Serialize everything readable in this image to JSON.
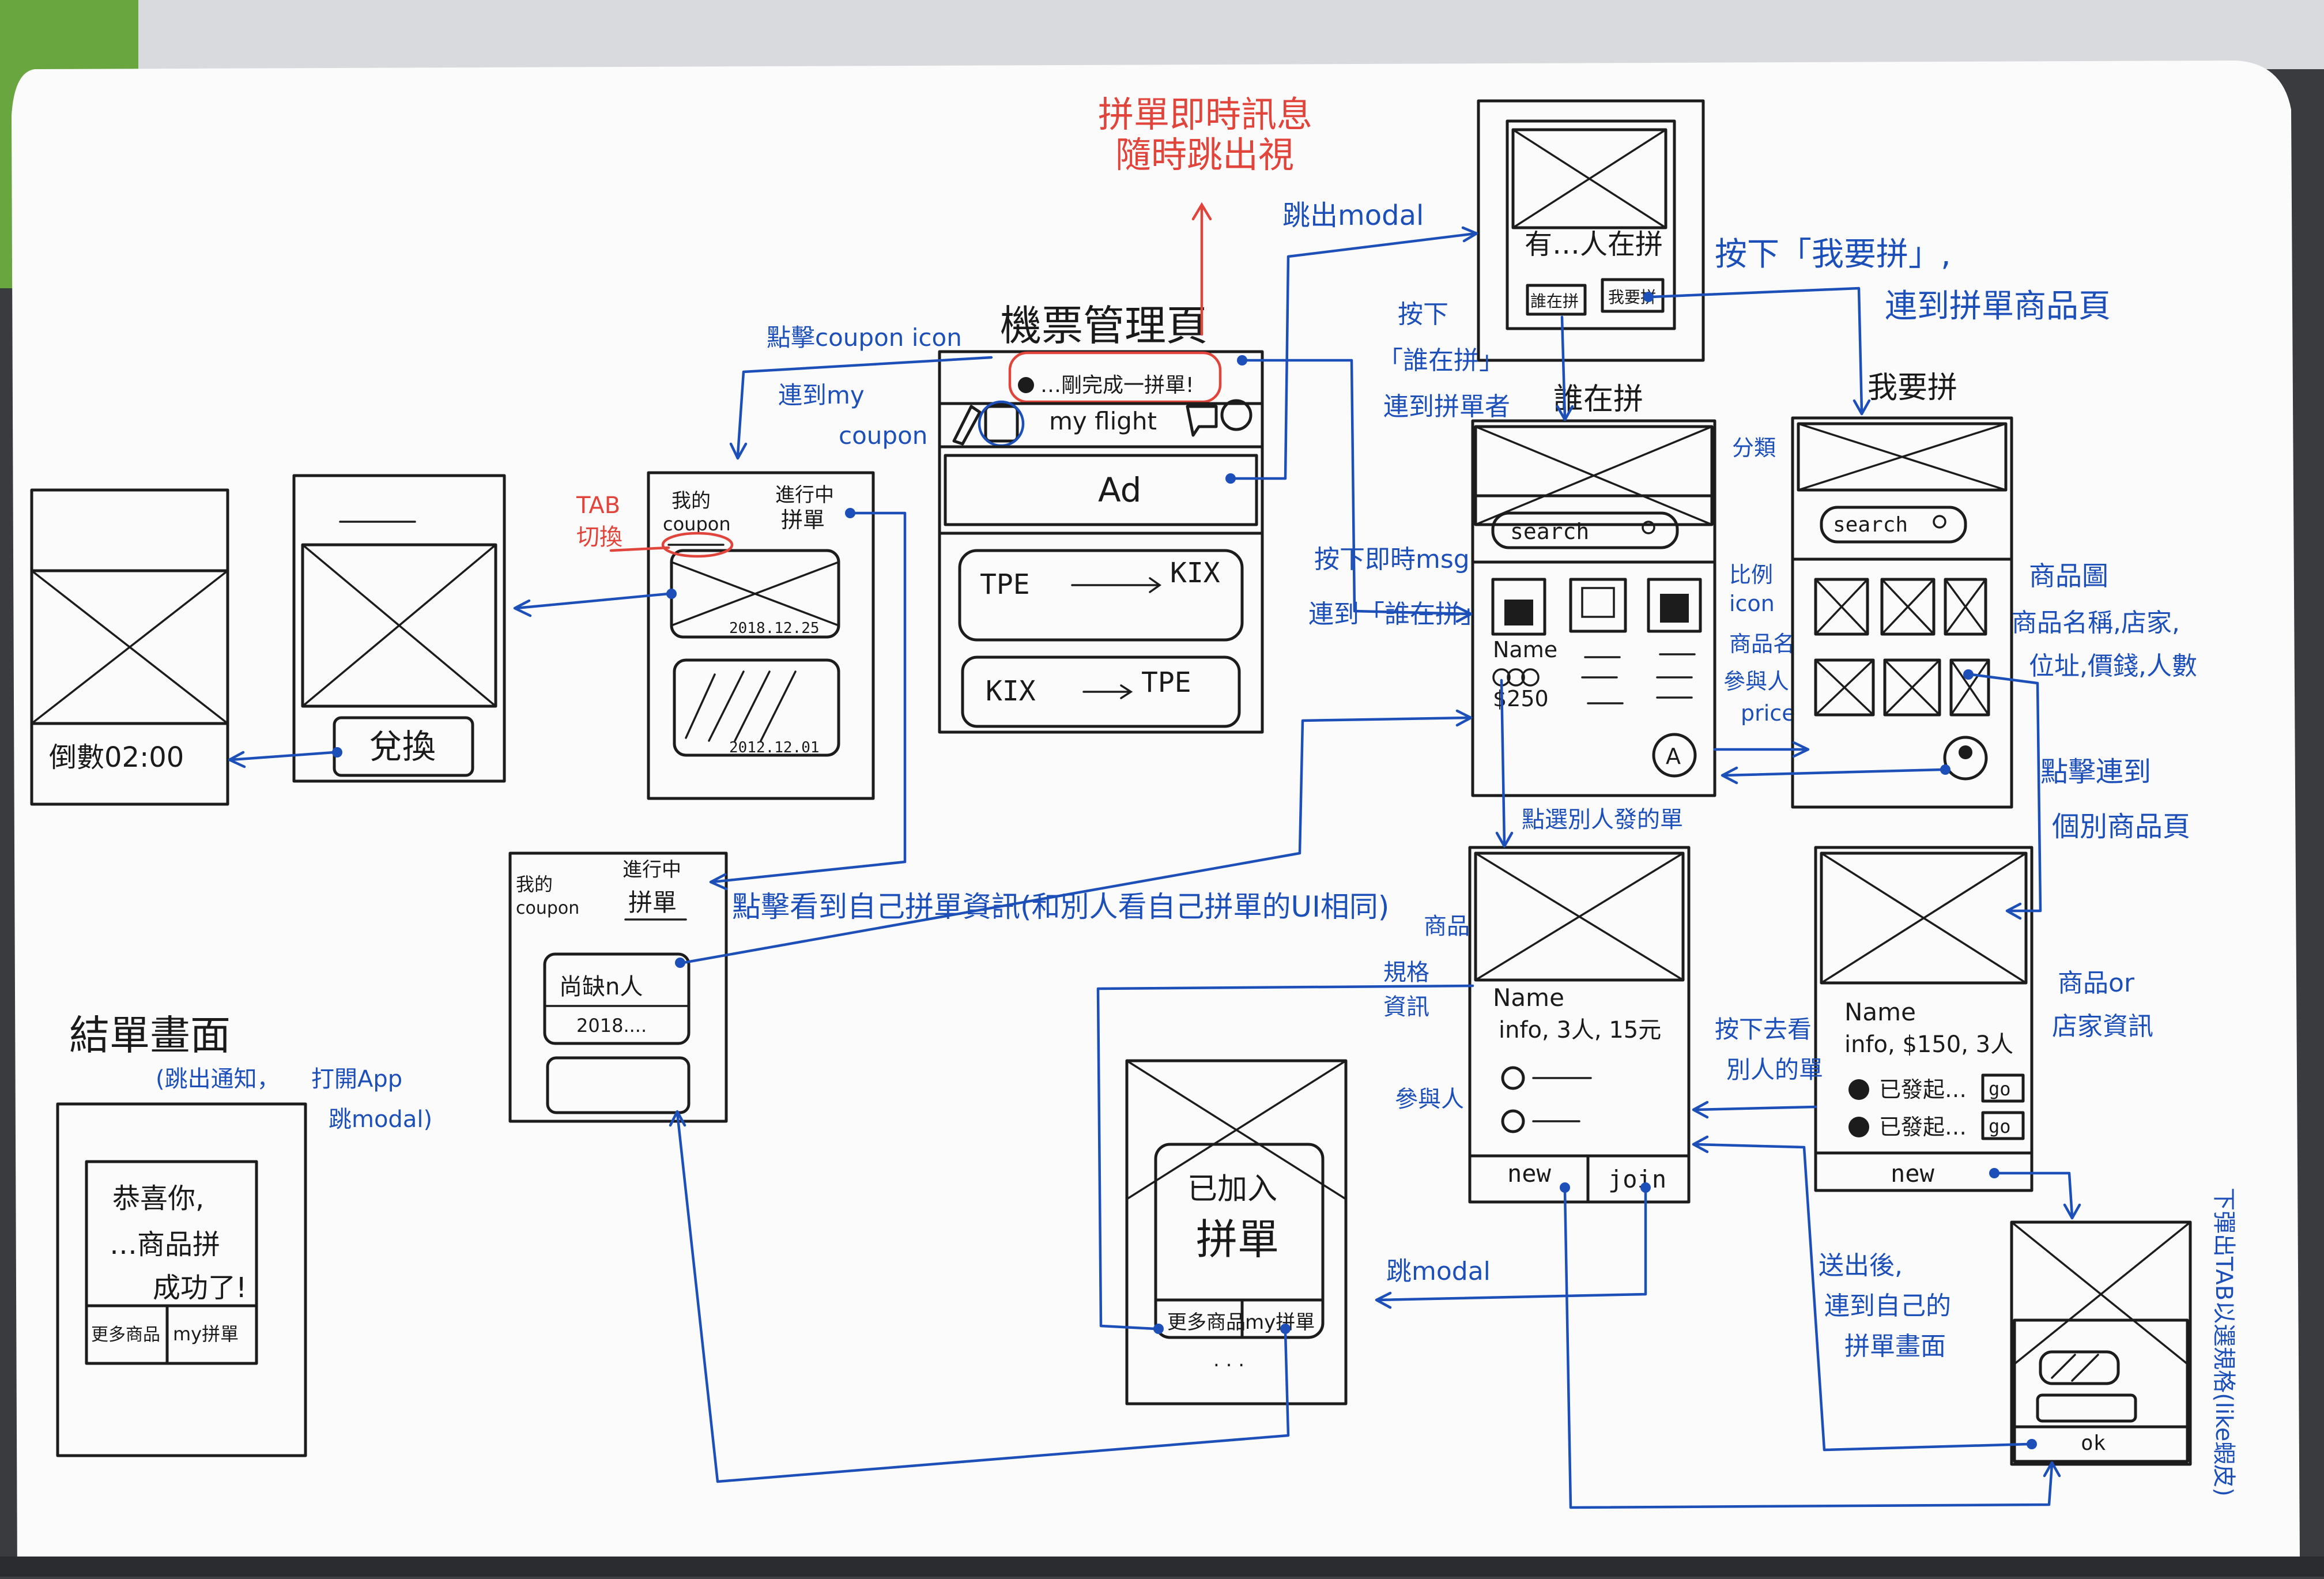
{
  "header": {
    "main_title": "機票管理頁",
    "realtime_note_l1": "拼單即時訊息",
    "realtime_note_l2": "隨時跳出視",
    "settlement_title": "結單畫面",
    "settlement_sub_l1": "(跳出通知，",
    "settlement_sub_l2": "打開App",
    "settlement_sub_l3": "跳modal)"
  },
  "flight_page": {
    "banner_text": "…剛完成一拼單!",
    "nav_label": "my flight",
    "ad_label": "Ad",
    "route1_from": "TPE",
    "route1_to": "KIX",
    "route2_from": "KIX",
    "route2_to": "TPE"
  },
  "coupon_page": {
    "tab_mine": "我的",
    "tab_mine2": "coupon",
    "tab_ongoing": "進行中",
    "tab_ongoing2": "拼單",
    "date1": "2018.12.25",
    "date2": "2012.12.01"
  },
  "coupon_detail": {
    "exchange_button": "兌換"
  },
  "countdown_page": {
    "countdown_label": "倒數02:00"
  },
  "ongoing_page": {
    "tab_mine": "我的",
    "tab_mine2": "coupon",
    "tab_ongoing": "進行中",
    "tab_ongoing2": "拼單",
    "item_title": "尚缺n人",
    "item_date": "2018....",
    "tab_note": "TAB",
    "tab_note2": "切換"
  },
  "modal_page": {
    "text": "有…人在拼",
    "btn_who": "誰在拼",
    "btn_want": "我要拼"
  },
  "who_page": {
    "title": "誰在拼",
    "search": "search",
    "name": "Name",
    "price": "$250",
    "side_category": "分類",
    "side_icon": "icon",
    "side_name": "商品名",
    "side_people": "參與人",
    "side_price": "price"
  },
  "want_page": {
    "title": "我要拼",
    "search": "search",
    "note_img": "商品圖",
    "note_info_l1": "商品名稱,店家,",
    "note_info_l2": "位址,價錢,人數"
  },
  "join_detail": {
    "name": "Name",
    "info": "info, 3人, 15元",
    "btn_new": "new",
    "btn_join": "join",
    "side_info_l1": "商品",
    "side_info_l2": "規格",
    "side_info_l3": "資訊",
    "side_members": "參與人"
  },
  "product_detail": {
    "name": "Name",
    "info": "info, $150, 3人",
    "row1": "已發起…",
    "row2": "已發起…",
    "go": "go",
    "btn_new": "new",
    "note_l1": "商品or",
    "note_l2": "店家資訊"
  },
  "joined_modal": {
    "title_l1": "已加入",
    "title_l2": "拼單",
    "btn_more": "更多商品",
    "btn_mine": "my拼單"
  },
  "spec_popup": {
    "ok": "ok"
  },
  "settlement": {
    "msg_l1": "恭喜你,",
    "msg_l2": "…商品拼",
    "msg_l3": "成功了!",
    "btn_more": "更多商品",
    "btn_mine": "my拼單"
  },
  "annotations": {
    "click_coupon_l1": "點擊coupon icon",
    "click_coupon_l2": "連到my",
    "click_coupon_l3": "coupon",
    "jump_modal": "跳出modal",
    "press_who_l1": "按下",
    "press_who_l2": "「誰在拼」",
    "press_who_l3": "連到拼單者",
    "press_want_l1": "按下「我要拼」,",
    "press_want_l2": "連到拼單商品頁",
    "press_msg_l1": "按下即時msg",
    "press_msg_l2": "連到「誰在拼」",
    "view_others": "點選別人發的單",
    "see_own": "點擊看到自己拼單資訊(和別人看自己拼單的UI相同)",
    "click_product_l1": "點擊連到",
    "click_product_l2": "個別商品頁",
    "go_others_l1": "按下去看",
    "go_others_l2": "別人的單",
    "after_send_l1": "送出後,",
    "after_send_l2": "連到自己的",
    "after_send_l3": "拼單畫面",
    "jump_modal2": "跳modal",
    "popup_tab": "下彈出TAB以選規格(like蝦皮)"
  },
  "colors": {
    "ink": "#1c1c1c",
    "blue_ink": "#1d4fb8",
    "red_ink": "#e0443a",
    "paper": "#fbfbfc"
  }
}
